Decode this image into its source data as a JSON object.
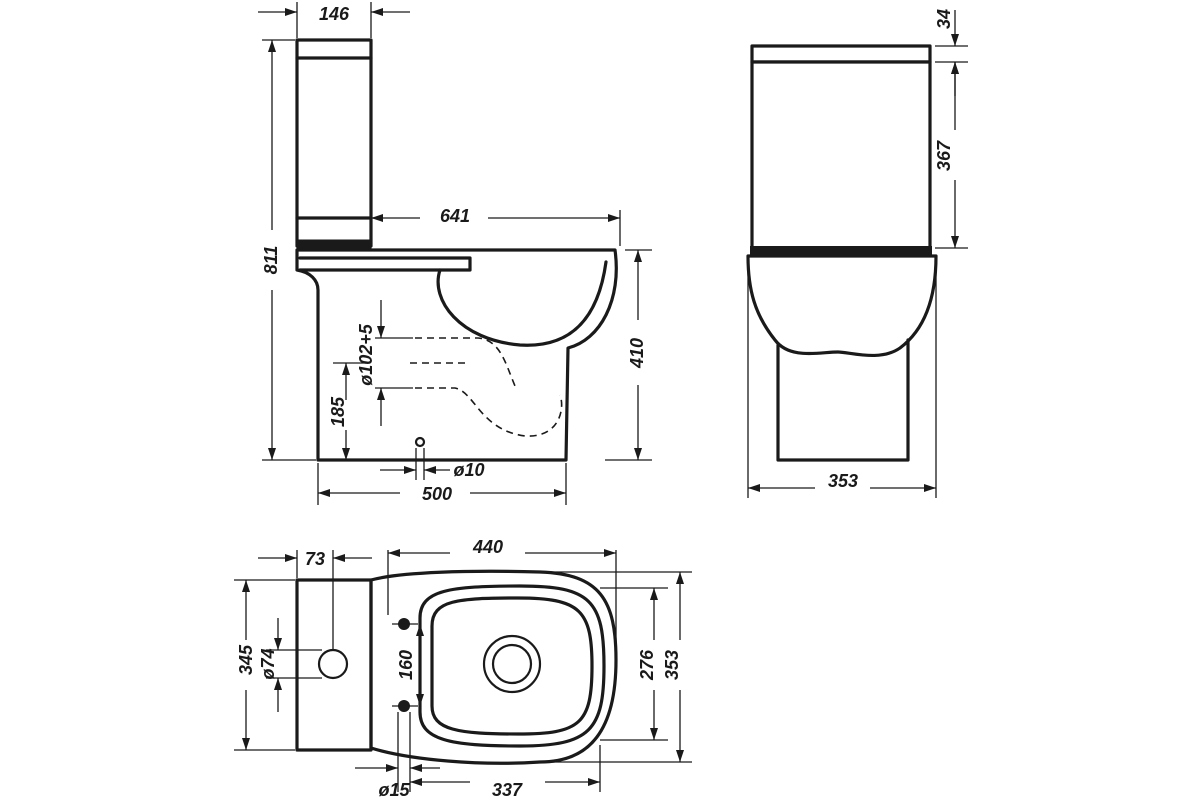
{
  "dimensions": {
    "tank_depth": "146",
    "total_height": "811",
    "total_length": "641",
    "seat_height": "410",
    "outlet_diameter": "ø102+5",
    "outlet_height": "185",
    "fixing_hole_diameter": "ø10",
    "base_length": "500",
    "lid_thickness": "34",
    "tank_height": "367",
    "front_width": "353",
    "tank_top_depth": "73",
    "bowl_length": "440",
    "tank_width": "345",
    "water_inlet_diameter": "ø74",
    "fixing_spacing": "160",
    "inner_width": "276",
    "plan_width": "353",
    "bolt_diameter": "ø15",
    "bolt_to_front": "337"
  },
  "colors": {
    "line": "#1a1a1a",
    "background": "#ffffff"
  }
}
